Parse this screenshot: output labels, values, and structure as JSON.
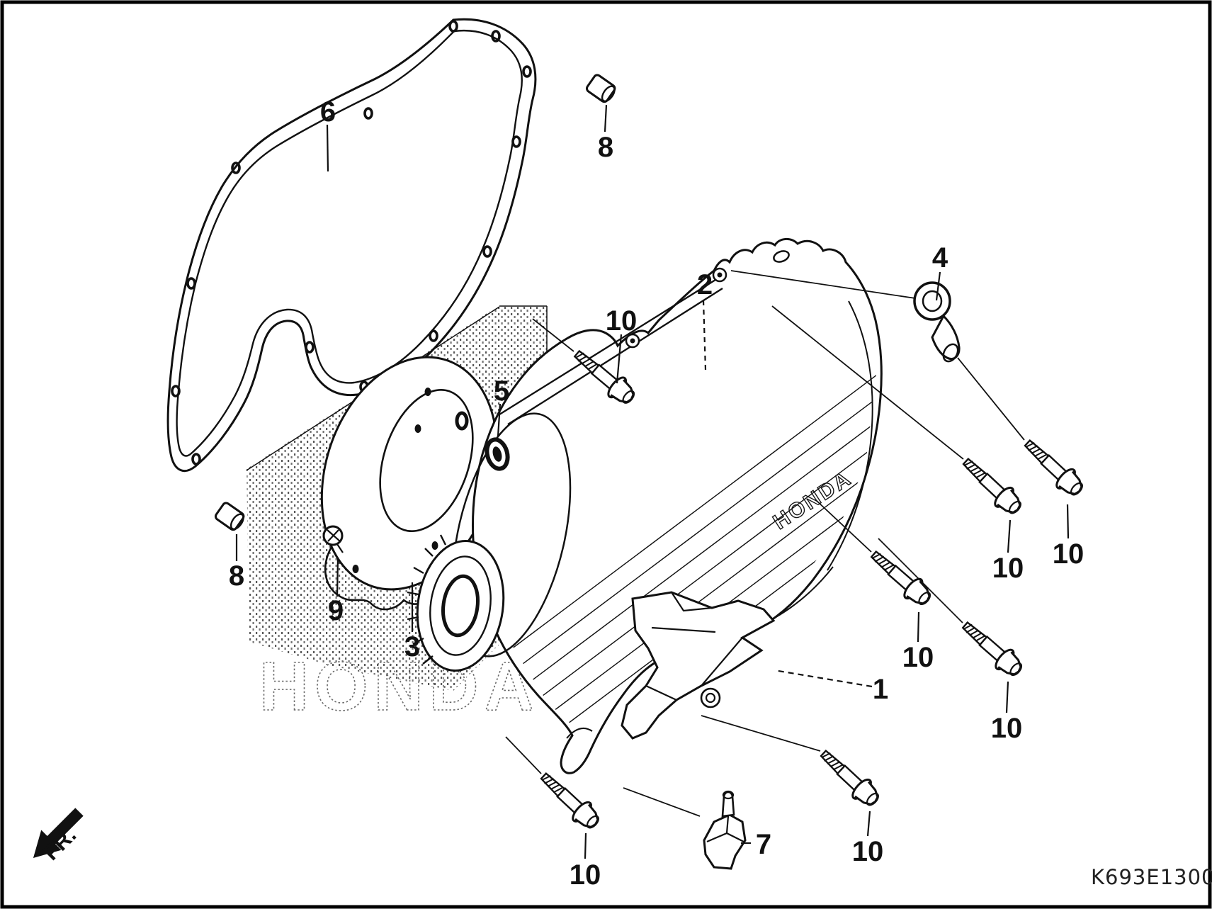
{
  "diagram": {
    "code": "K693E1300",
    "direction_label": "FR.",
    "watermark_text": "HONDA",
    "cover_logo_text": "HONDA",
    "ink_color": "#111111",
    "background_color": "#ffffff"
  },
  "callouts": [
    {
      "part": "gasket",
      "ref": "6"
    },
    {
      "part": "dowel-pin-upper",
      "ref": "8"
    },
    {
      "part": "flange-bolt-top",
      "ref": "10"
    },
    {
      "part": "left-crankcase-cover",
      "ref": "2"
    },
    {
      "part": "clamp",
      "ref": "4"
    },
    {
      "part": "grommet",
      "ref": "5"
    },
    {
      "part": "setting-screw",
      "ref": "9"
    },
    {
      "part": "fixing-plate",
      "ref": "3"
    },
    {
      "part": "dowel-pin-lower",
      "ref": "8"
    },
    {
      "part": "flange-bolt-right-1",
      "ref": "10"
    },
    {
      "part": "flange-bolt-right-2",
      "ref": "10"
    },
    {
      "part": "flange-bolt-right-3",
      "ref": "10"
    },
    {
      "part": "flange-bolt-right-4",
      "ref": "10"
    },
    {
      "part": "air-guide-plate",
      "ref": "1"
    },
    {
      "part": "mount-rubber",
      "ref": "7"
    },
    {
      "part": "flange-bolt-bottom-left",
      "ref": "10"
    },
    {
      "part": "flange-bolt-bottom-right",
      "ref": "10"
    }
  ]
}
